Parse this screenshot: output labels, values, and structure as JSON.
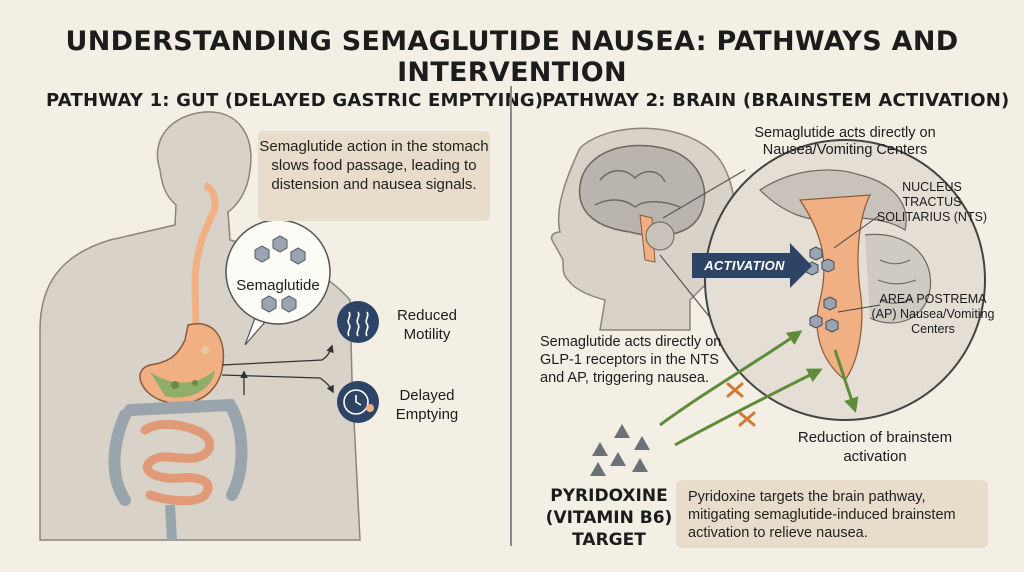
{
  "title": "UNDERSTANDING SEMAGLUTIDE NAUSEA: PATHWAYS AND INTERVENTION",
  "pathway1": {
    "heading": "PATHWAY 1: GUT (DELAYED GASTRIC EMPTYING)",
    "callout": "Semaglutide action in the stomach slows food passage, leading to distension and nausea signals.",
    "molecule_label": "Semaglutide",
    "effects": [
      {
        "label": "Reduced Motility",
        "icon": "wavy-lines-icon"
      },
      {
        "label": "Delayed Emptying",
        "icon": "clock-icon"
      }
    ]
  },
  "pathway2": {
    "heading": "PATHWAY 2: BRAIN (BRAINSTEM ACTIVATION)",
    "top_label": "Semaglutide acts directly on Nausea/Vomiting Centers",
    "nts_label": "NUCLEUS TRACTUS SOLITARIUS (NTS)",
    "ap_label": "AREA POSTREMA (AP) Nausea/Vomiting Centers",
    "activation_label": "ACTIVATION",
    "receptor_note": "Semaglutide acts directly on GLP-1 receptors in the NTS and AP, triggering nausea.",
    "reduction_label": "Reduction of brainstem activation",
    "target_label": "PYRIDOXINE (VITAMIN B6) TARGET",
    "target_note": "Pyridoxine targets the brain pathway, mitigating semaglutide-induced brainstem activation to relieve nausea."
  },
  "colors": {
    "background": "#f4efe4",
    "callout_box": "#e8dccb",
    "orange_organ": "#f0b083",
    "green_arrow": "#5e8c3a",
    "navy_icon": "#2d4466",
    "gray_body": "#d8d2c8"
  }
}
